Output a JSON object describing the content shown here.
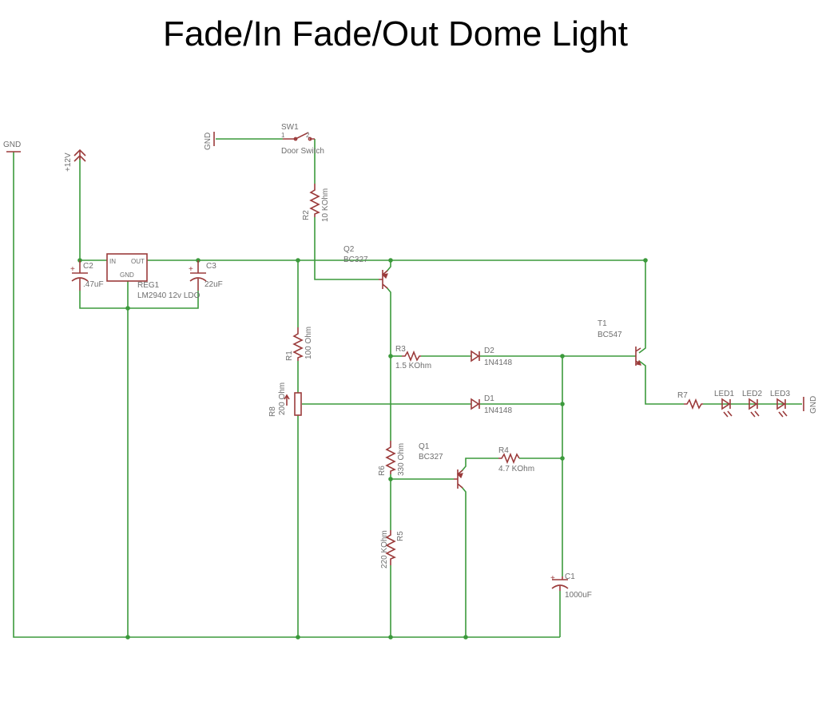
{
  "title": "Fade/In Fade/Out Dome Light",
  "nets": {
    "gnd": "GND",
    "supply": "+12V"
  },
  "components": {
    "sw1": {
      "name": "SW1",
      "value": "Door Switch",
      "pin1": "1",
      "pin2": "2"
    },
    "r2": {
      "name": "R2",
      "value": "10 KOhm"
    },
    "r1": {
      "name": "R1",
      "value": "100 Ohm"
    },
    "r8": {
      "name": "R8",
      "value": "200 Ohm"
    },
    "r3": {
      "name": "R3",
      "value": "1.5 KOhm"
    },
    "r6": {
      "name": "R6",
      "value": "330 Ohm"
    },
    "r5": {
      "name": "R5",
      "value": "220 KOhm"
    },
    "r4": {
      "name": "R4",
      "value": "4.7 KOhm"
    },
    "r7": {
      "name": "R7"
    },
    "c2": {
      "name": "C2",
      "value": ".47uF"
    },
    "c3": {
      "name": "C3",
      "value": "22uF"
    },
    "c1": {
      "name": "C1",
      "value": "1000uF"
    },
    "reg1": {
      "name": "REG1",
      "value": "LM2940 12v LDO",
      "pin_in": "IN",
      "pin_out": "OUT",
      "pin_gnd": "GND"
    },
    "q2": {
      "name": "Q2",
      "value": "BC327"
    },
    "q1": {
      "name": "Q1",
      "value": "BC327"
    },
    "t1": {
      "name": "T1",
      "value": "BC547"
    },
    "d1": {
      "name": "D1",
      "value": "1N4148"
    },
    "d2": {
      "name": "D2",
      "value": "1N4148"
    },
    "led1": {
      "name": "LED1"
    },
    "led2": {
      "name": "LED2"
    },
    "led3": {
      "name": "LED3"
    }
  },
  "colors": {
    "wire": "#3c9a3c",
    "part": "#9b3b3b",
    "label": "#6e6e6e"
  }
}
